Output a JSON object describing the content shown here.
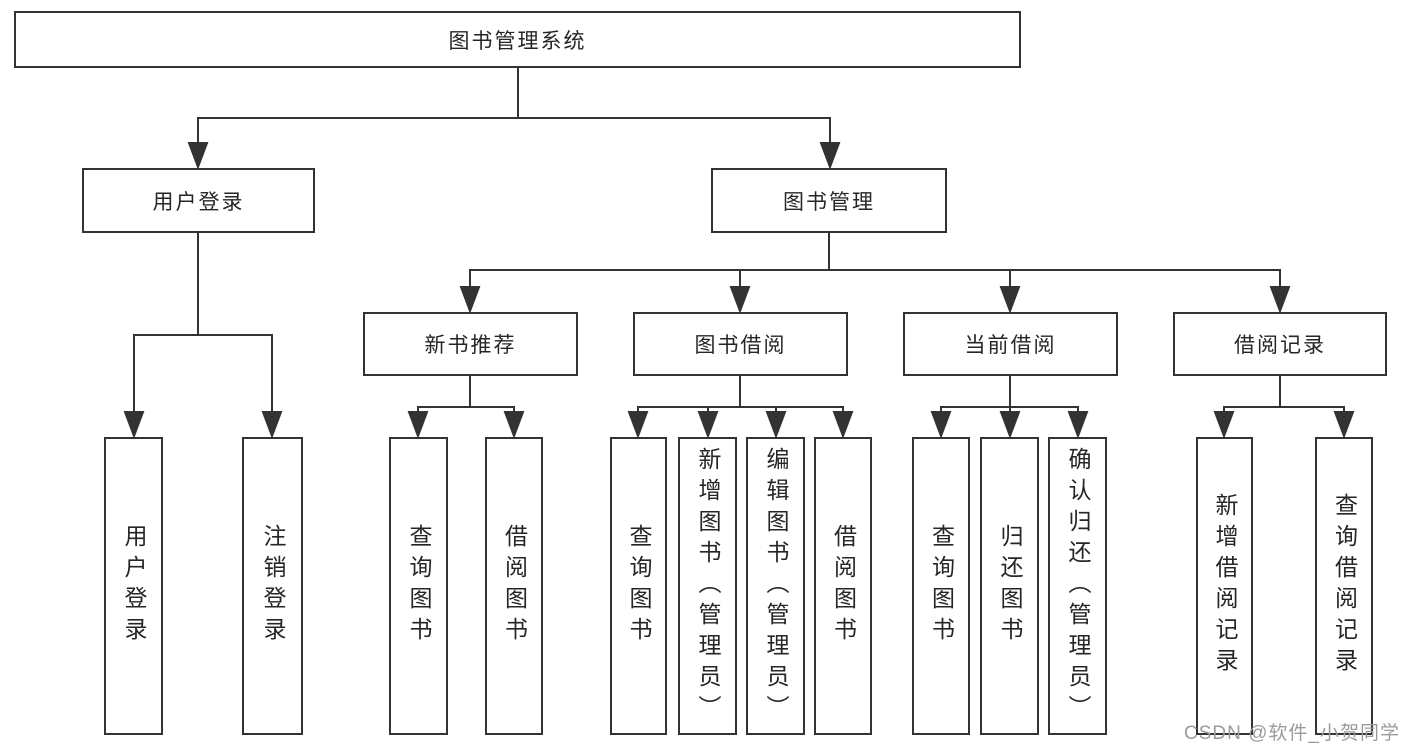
{
  "colors": {
    "line": "#333333",
    "box_border": "#333333",
    "text": "#262626",
    "watermark": "#9b9b9b",
    "background": "#ffffff"
  },
  "tree": {
    "label": "图书管理系统",
    "children": [
      {
        "label": "用户登录",
        "children": [
          {
            "label": "用户登录"
          },
          {
            "label": "注销登录"
          }
        ]
      },
      {
        "label": "图书管理",
        "children": [
          {
            "label": "新书推荐",
            "children": [
              {
                "label": "查询图书"
              },
              {
                "label": "借阅图书"
              }
            ]
          },
          {
            "label": "图书借阅",
            "children": [
              {
                "label": "查询图书"
              },
              {
                "label": "新增图书（管理员）"
              },
              {
                "label": "编辑图书（管理员）"
              },
              {
                "label": "借阅图书"
              }
            ]
          },
          {
            "label": "当前借阅",
            "children": [
              {
                "label": "查询图书"
              },
              {
                "label": "归还图书"
              },
              {
                "label": "确认归还（管理员）"
              }
            ]
          },
          {
            "label": "借阅记录",
            "children": [
              {
                "label": "新增借阅记录"
              },
              {
                "label": "查询借阅记录"
              }
            ]
          }
        ]
      }
    ]
  },
  "watermark": {
    "text": "CSDN @软件_小贺同学"
  }
}
